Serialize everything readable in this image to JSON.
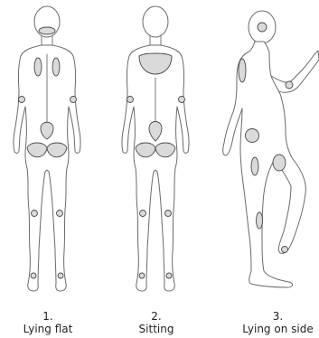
{
  "colors": {
    "outline": "#6a6a6a",
    "pressure_zone_fill": "#dadada",
    "pressure_zone_stroke": "#4a4a4a",
    "text": "#222222",
    "background": "#ffffff"
  },
  "figures": [
    {
      "number": "1.",
      "label": "Lying flat"
    },
    {
      "number": "2.",
      "label": "Sitting"
    },
    {
      "number": "3.",
      "label": "Lying on side"
    }
  ]
}
